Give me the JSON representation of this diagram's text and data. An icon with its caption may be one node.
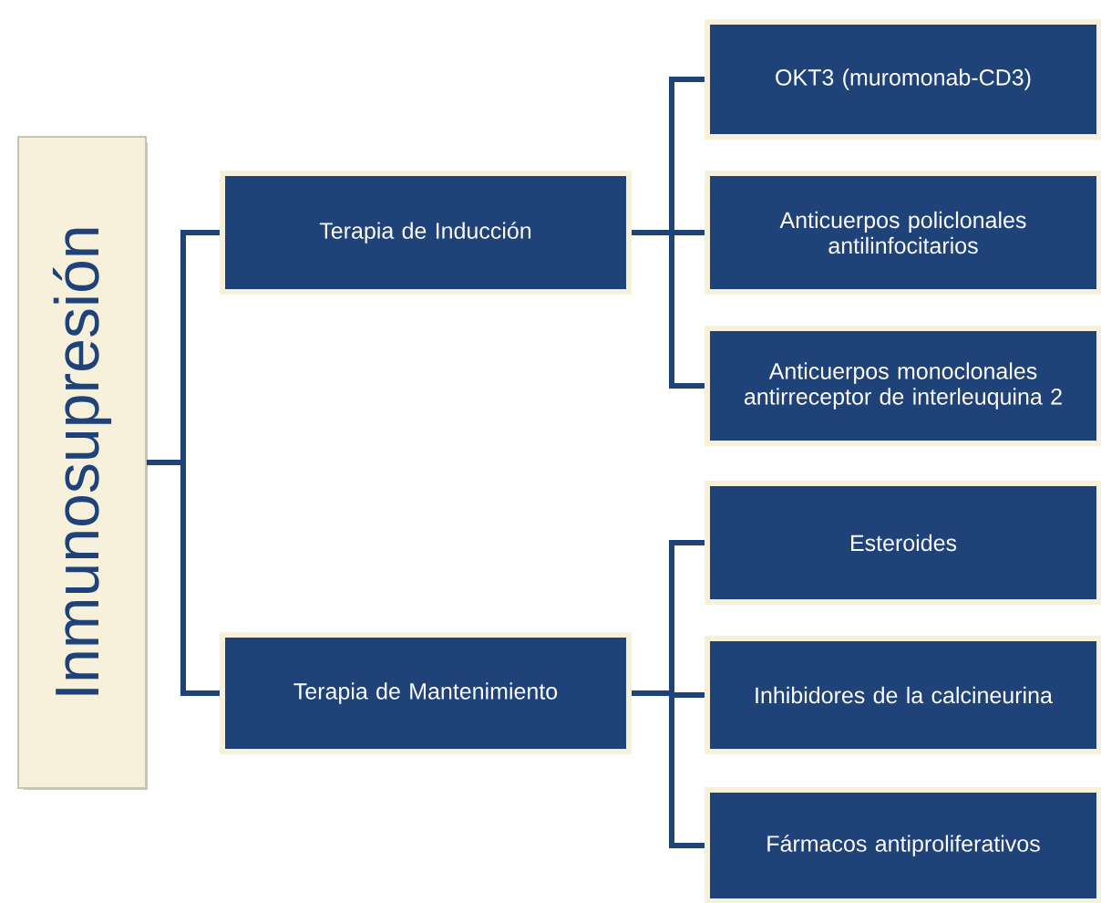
{
  "diagram": {
    "nodes": [
      {
        "text": [
          "Inmunosupresión"
        ]
      },
      {
        "text": [
          "Terapia de Inducción"
        ]
      },
      {
        "text": [
          "Terapia de Mantenimiento"
        ]
      },
      {
        "text": [
          "OKT3 (muromonab-CD3)"
        ]
      },
      {
        "text": [
          "Anticuerpos policlonales antilinfocitarios"
        ]
      },
      {
        "text": [
          "Anticuerpos monoclonales antirreceptor de interleuquina 2"
        ]
      },
      {
        "text": [
          "Esteroides"
        ]
      },
      {
        "text": [
          "Inhibidores de la calcineurina"
        ]
      },
      {
        "text": [
          "Fármacos antiproliferativos"
        ]
      }
    ],
    "edges": [
      {
        "from": 0,
        "to": 1,
        "arrow": "none"
      },
      {
        "from": 0,
        "to": 2,
        "arrow": "none"
      },
      {
        "from": 1,
        "to": 3,
        "arrow": "none"
      },
      {
        "from": 1,
        "to": 4,
        "arrow": "none"
      },
      {
        "from": 1,
        "to": 5,
        "arrow": "none"
      },
      {
        "from": 2,
        "to": 6,
        "arrow": "none"
      },
      {
        "from": 2,
        "to": 7,
        "arrow": "none"
      },
      {
        "from": 2,
        "to": 8,
        "arrow": "none"
      }
    ]
  }
}
